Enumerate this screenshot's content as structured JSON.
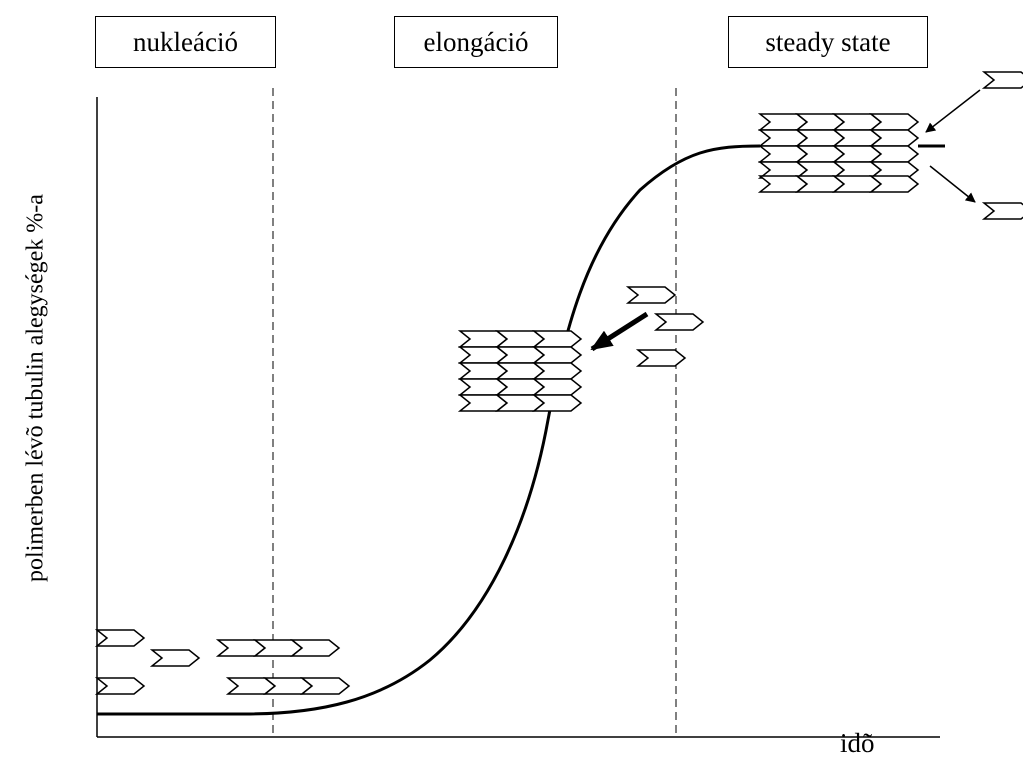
{
  "phases": {
    "nucleation": "nukleáció",
    "elongation": "elongáció",
    "steady_state": "steady state"
  },
  "axes": {
    "y_label": "polimerben lévõ tubulin alegységek %-a",
    "x_label": "idõ"
  },
  "colors": {
    "line": "#000000",
    "background": "#ffffff"
  }
}
